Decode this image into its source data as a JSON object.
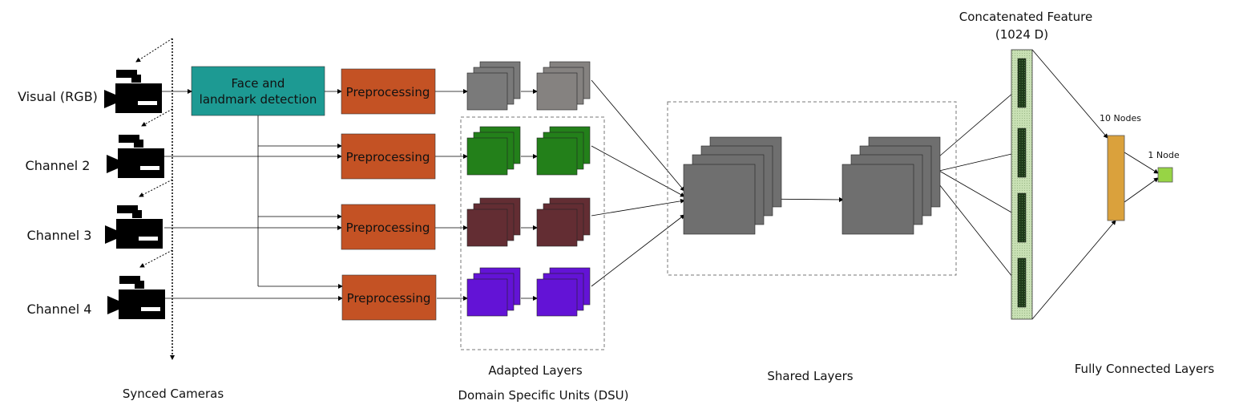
{
  "labels": {
    "channel_visual": "Visual (RGB)",
    "channel_2": "Channel 2",
    "channel_3": "Channel 3",
    "channel_4": "Channel 4",
    "face_line1": "Face and",
    "face_line2": "landmark detection",
    "preprocessing": "Preprocessing",
    "adapted_layers": "Adapted Layers",
    "dsu": "Domain Specific Units (DSU)",
    "shared_layers": "Shared Layers",
    "concat_line1": "Concatenated Feature",
    "concat_line2": "(1024 D)",
    "ten_nodes": "10 Nodes",
    "one_node": "1 Node",
    "fc_layers": "Fully Connected Layers",
    "synced_cameras": "Synced Cameras"
  },
  "colors": {
    "face_detection": "#1d9a93",
    "preprocessing": "#c45224",
    "visual_stack_a": "#7a7a7a",
    "visual_stack_b": "#858280",
    "channel2_stack": "#23801a",
    "channel3_stack": "#632d33",
    "channel4_stack": "#6313d6",
    "shared_stack": "#6f6f6f",
    "concat_bar": "#c8e0b4",
    "concat_inner": "#1f3a1a",
    "ten_nodes": "#daa13c",
    "one_node": "#97d445",
    "camera": "#000000"
  }
}
